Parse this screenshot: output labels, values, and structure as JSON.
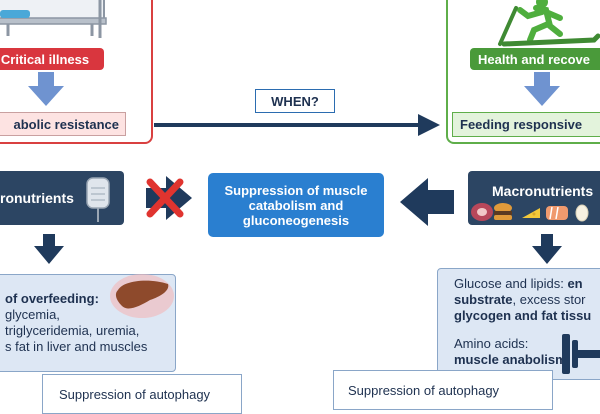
{
  "left": {
    "state_label": "Critical illness",
    "resistance_label": "abolic resistance",
    "macro_label": "ronutrients",
    "overfeeding": {
      "title": "of overfeeding:",
      "lines": [
        "glycemia,",
        "triglyceridemia, uremia,",
        "s fat in liver and muscles"
      ]
    },
    "autophagy_label": "Suppression of autophagy"
  },
  "right": {
    "state_label": "Health and recove",
    "feeding_label": "Feeding responsive",
    "macro_label": "Macronutrients",
    "glucose": {
      "line1_normal": "Glucose and lipids: ",
      "line1_bold": "en",
      "line2_bold": "substrate",
      "line2_normal": ", excess stor",
      "line3_bold": "glycogen and fat tissu",
      "amino_label": "Amino acids:",
      "anabolism_label": "muscle anabolism"
    },
    "autophagy_label": "Suppression of autophagy"
  },
  "center": {
    "question_label": "WHEN?",
    "suppression_lines": [
      "Suppression of muscle",
      "catabolism and",
      "gluconeogenesis"
    ]
  },
  "colors": {
    "red": "#d9363e",
    "green": "#4a9a3a",
    "navy": "#1f3a5c",
    "blue": "#2a7fd0",
    "light_blue": "#dde7f4",
    "arrow_blue": "#6f93d0"
  },
  "icons": [
    "hospital-bed-icon",
    "treadmill-runner-icon",
    "iv-bag-icon",
    "x-mark-icon",
    "liver-icon",
    "steak-icon",
    "burger-icon",
    "cheese-icon",
    "salmon-icon",
    "egg-icon",
    "barbell-icon"
  ]
}
